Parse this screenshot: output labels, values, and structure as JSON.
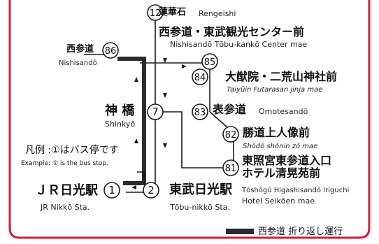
{
  "stops": [
    {
      "num": "12",
      "jp": "蓮華石",
      "en": "Rengeishi"
    },
    {
      "num": "86",
      "jp": "西参道",
      "en": "Nishisandō"
    },
    {
      "num": "85",
      "jp": "西参道・東武観光センター前",
      "en": "Nishisandō Tōbu-kankō Center mae"
    },
    {
      "num": "84",
      "jp": "大猷院・二荒山神社前",
      "en": "Taiyūin Futarasan jinja mae"
    },
    {
      "num": "7",
      "jp": "神 橋",
      "en": "Shinkyō"
    },
    {
      "num": "83",
      "jp": "表参道",
      "en": "Omotesandō"
    },
    {
      "num": "82",
      "jp": "勝道上人像前",
      "en": "Shōdō shōnin zō mae"
    },
    {
      "num": "81",
      "jp": "東照宮東参道入口",
      "jp2": "ホテル清晃苑前",
      "en": "Tōshōgū Higashisandō Iriguchi",
      "en2": "Hotel Seikōen mae"
    },
    {
      "num": "1",
      "jp": "ＪＲ日光駅",
      "en": "JR Nikkō Sta."
    },
    {
      "num": "2",
      "jp": "東武日光駅",
      "en": "Tōbu-nikkō Sta."
    }
  ],
  "legend": {
    "jp": "凡例 :①はバス停です",
    "en": "Example: ① is the bus stop.",
    "turnback": "西参道 折り返し運行"
  },
  "colors": {
    "frame": "#cc1f36",
    "route": "#1a1a1a",
    "turnback": "#2a2a2a"
  }
}
